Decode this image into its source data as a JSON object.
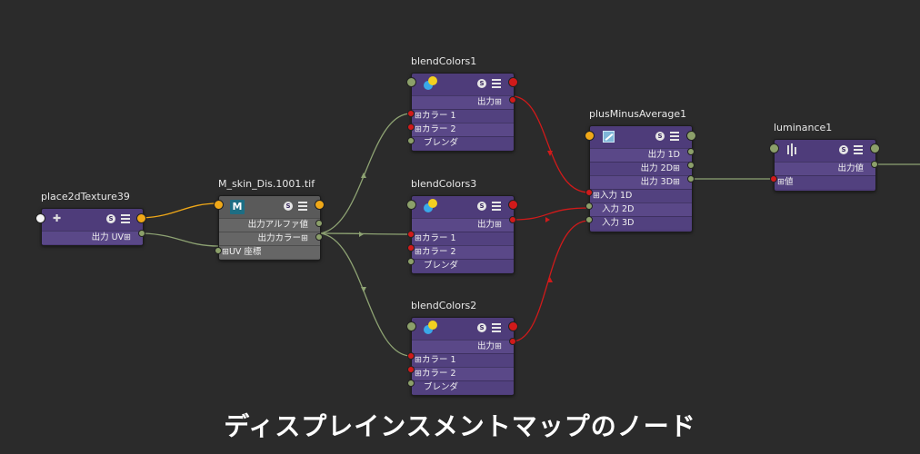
{
  "caption": "ディスプレインスメントマップのノード",
  "colors": {
    "background": "#2b2b2b",
    "node_purple": "#4e3c7a",
    "node_gray": "#5a5a5a",
    "wire_green": "#8ea373",
    "wire_red": "#d11a1a",
    "wire_orange": "#f0a818"
  },
  "nodes": {
    "place2d": {
      "title": "place2dTexture39",
      "icon": "place2d-icon",
      "out_uv": "出力 UV⊞"
    },
    "file": {
      "title": "M_skin_Dis.1001.tif",
      "icon": "m-file-icon",
      "icon_text": "M",
      "out_alpha": "出力アルファ値",
      "out_color": "出力カラー⊞",
      "in_uv": "⊞UV 座標"
    },
    "blend1": {
      "title": "blendColors1",
      "icon": "blend-colors-icon",
      "output": "出力⊞",
      "color1": "⊞カラー 1",
      "color2": "⊞カラー 2",
      "blender": "ブレンダ"
    },
    "blend3": {
      "title": "blendColors3",
      "icon": "blend-colors-icon",
      "output": "出力⊞",
      "color1": "⊞カラー 1",
      "color2": "⊞カラー 2",
      "blender": "ブレンダ"
    },
    "blend2": {
      "title": "blendColors2",
      "icon": "blend-colors-icon",
      "output": "出力⊞",
      "color1": "⊞カラー 1",
      "color2": "⊞カラー 2",
      "blender": "ブレンダ"
    },
    "pma": {
      "title": "plusMinusAverage1",
      "icon": "plus-minus-average-icon",
      "out1d": "出力 1D",
      "out2d": "出力 2D⊞",
      "out3d": "出力 3D⊞",
      "in1d": "⊞入力 1D",
      "in2d": "入力 2D",
      "in3d": "入力 3D"
    },
    "lum": {
      "title": "luminance1",
      "icon": "luminance-icon",
      "output": "出力値",
      "value": "⊞値"
    }
  },
  "header_buttons": {
    "swatch": "S",
    "swatch_icon": "swatch-icon",
    "menu_icon": "menu-icon"
  }
}
